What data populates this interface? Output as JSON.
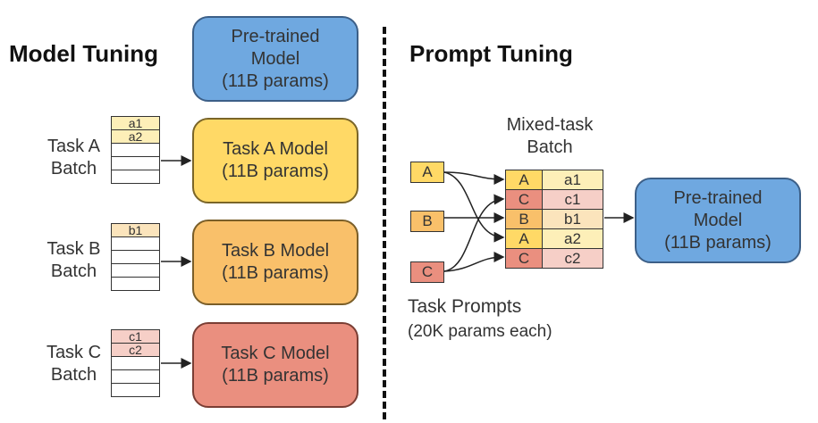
{
  "model_tuning": {
    "title": "Model Tuning",
    "pretrained": {
      "line1": "Pre-trained",
      "line2": "Model",
      "line3": "(11B params)"
    },
    "tasks": [
      {
        "label1": "Task A",
        "label2": "Batch",
        "rows": [
          "a1",
          "a2",
          "",
          "",
          ""
        ],
        "model_line1": "Task A Model",
        "model_line2": "(11B params)"
      },
      {
        "label1": "Task B",
        "label2": "Batch",
        "rows": [
          "b1",
          "",
          "",
          "",
          ""
        ],
        "model_line1": "Task B Model",
        "model_line2": "(11B params)"
      },
      {
        "label1": "Task C",
        "label2": "Batch",
        "rows": [
          "c1",
          "c2",
          "",
          "",
          ""
        ],
        "model_line1": "Task C Model",
        "model_line2": "(11B params)"
      }
    ]
  },
  "prompt_tuning": {
    "title": "Prompt Tuning",
    "mixed_batch_label1": "Mixed-task",
    "mixed_batch_label2": "Batch",
    "prompts": [
      "A",
      "B",
      "C"
    ],
    "mixed_rows": [
      {
        "task": "A",
        "example": "a1"
      },
      {
        "task": "C",
        "example": "c1"
      },
      {
        "task": "B",
        "example": "b1"
      },
      {
        "task": "A",
        "example": "a2"
      },
      {
        "task": "C",
        "example": "c2"
      }
    ],
    "pretrained": {
      "line1": "Pre-trained",
      "line2": "Model",
      "line3": "(11B params)"
    },
    "prompts_label1": "Task Prompts",
    "prompts_label2": "(20K params each)"
  },
  "colors": {
    "blue": "#6fa8e0",
    "yellow": "#ffd966",
    "orange": "#f9c06a",
    "red": "#ea8f7f"
  }
}
